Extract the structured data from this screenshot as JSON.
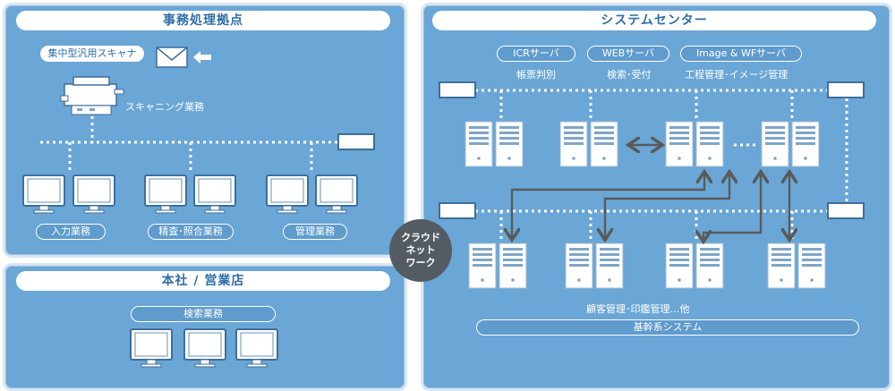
{
  "office": {
    "title": "事務処理拠点",
    "scanner_tag": "集中型汎用スキャナ",
    "scanning_label": "スキャニング業務",
    "groups": [
      "入力業務",
      "精査･照合業務",
      "管理業務"
    ]
  },
  "hq": {
    "title": "本社 / 営業店",
    "search_tag": "検索業務"
  },
  "cloud": {
    "lines": [
      "クラウド",
      "ネット",
      "ワーク"
    ]
  },
  "system_center": {
    "title": "システムセンター",
    "servers": [
      {
        "name": "ICRサーバ",
        "desc": "帳票判別"
      },
      {
        "name": "WEBサーバ",
        "desc": "検索･受付"
      },
      {
        "name": "Image & WFサーバ",
        "desc": "工程管理･イメージ管理"
      }
    ],
    "core_desc": "顧客管理･印鑑管理…他",
    "core_tag": "基幹系システム"
  },
  "colors": {
    "panel": "#6aa6d6",
    "pill_text": "#2f6ea7",
    "arrow": "#5a5a5a",
    "cloud": "#555b63"
  }
}
